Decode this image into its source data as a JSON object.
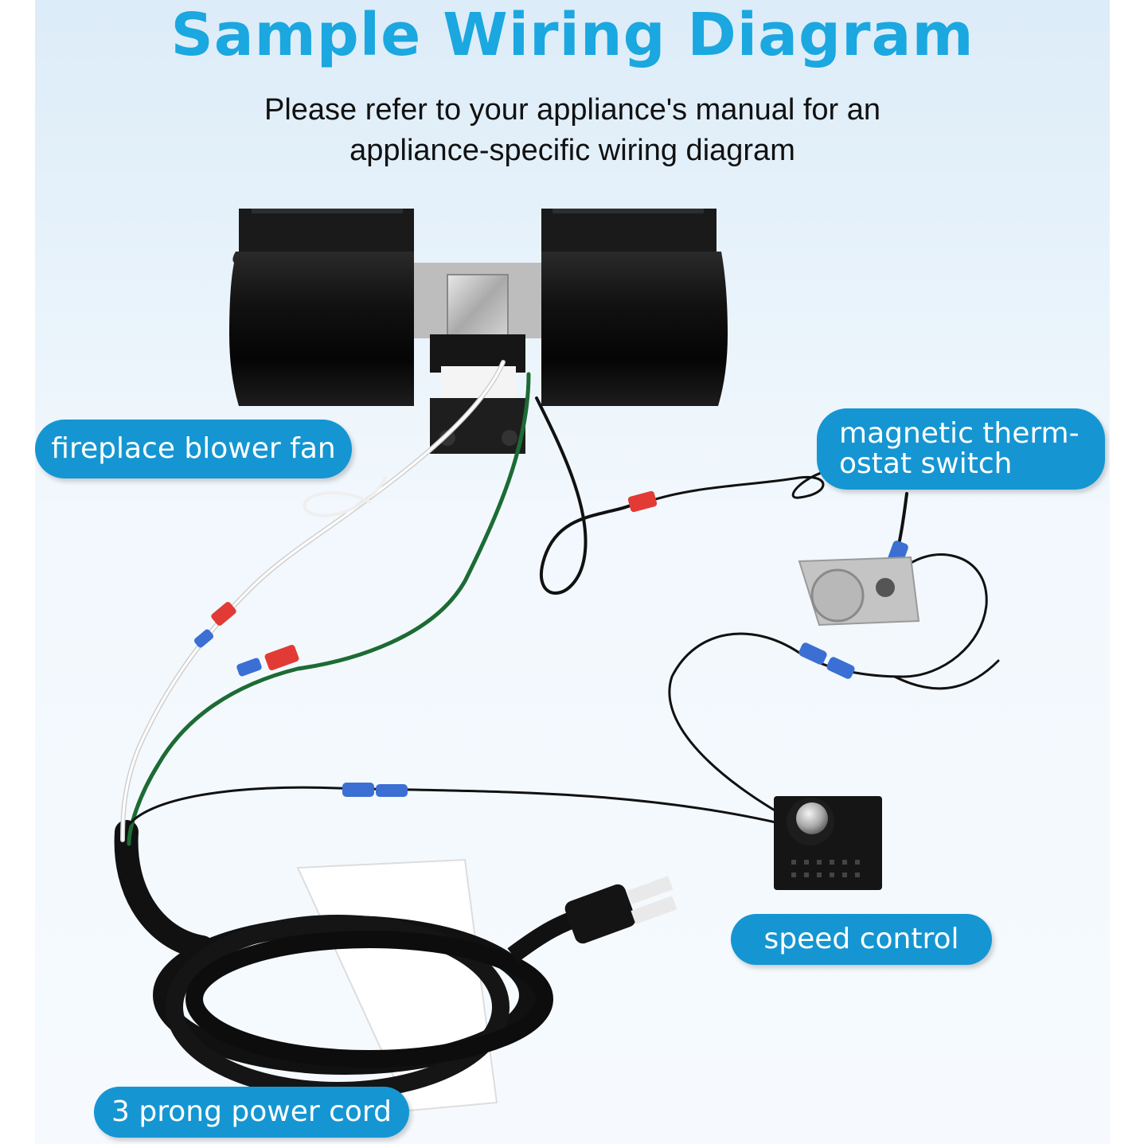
{
  "title": "Sample Wiring Diagram",
  "subtitle_line1": "Please refer to your appliance's manual for an",
  "subtitle_line2": "appliance-specific wiring diagram",
  "labels": {
    "fan": "fireplace blower fan",
    "thermostat_line1": "magnetic therm-",
    "thermostat_line2": "ostat switch",
    "speed": "speed control",
    "cord": "3 prong power cord"
  },
  "colors": {
    "title": "#1ba7e0",
    "label_bg": "#1596d2",
    "label_text": "#ffffff",
    "background_top": "#dcecf8",
    "background_bottom": "#f6fafe"
  }
}
